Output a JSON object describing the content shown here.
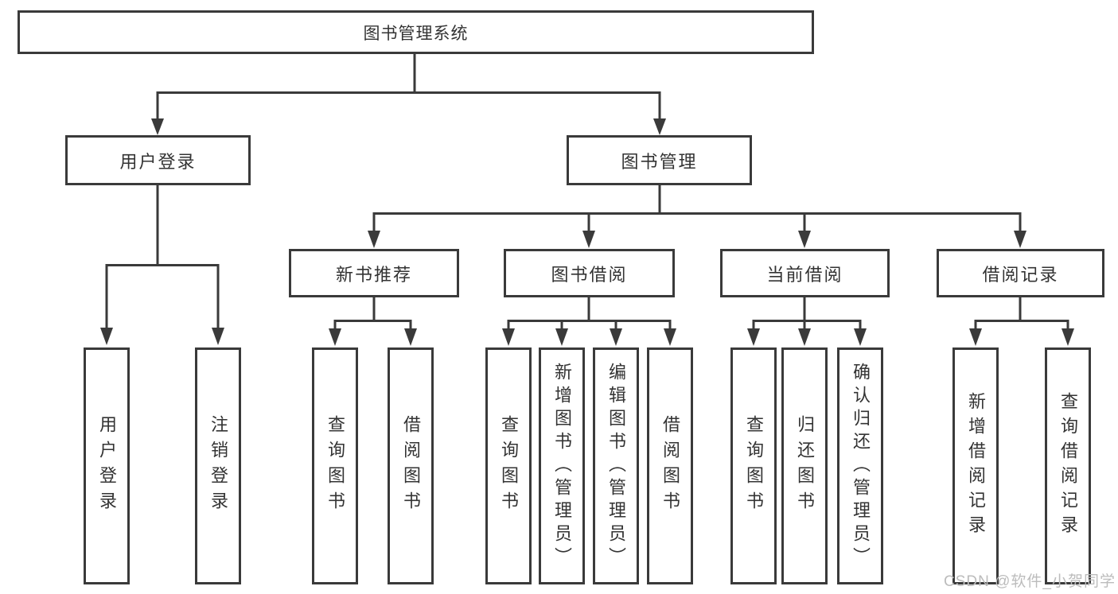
{
  "diagram": {
    "type": "hierarchy-tree",
    "root": {
      "label": "图书管理系统"
    },
    "level2": [
      {
        "label": "用户登录",
        "parent": "图书管理系统"
      },
      {
        "label": "图书管理",
        "parent": "图书管理系统"
      }
    ],
    "level3": [
      {
        "label": "新书推荐",
        "parent": "图书管理"
      },
      {
        "label": "图书借阅",
        "parent": "图书管理"
      },
      {
        "label": "当前借阅",
        "parent": "图书管理"
      },
      {
        "label": "借阅记录",
        "parent": "图书管理"
      }
    ],
    "leaves": [
      {
        "label": "用户登录",
        "parent": "用户登录"
      },
      {
        "label": "注销登录",
        "parent": "用户登录"
      },
      {
        "label": "查询图书",
        "parent": "新书推荐"
      },
      {
        "label": "借阅图书",
        "parent": "新书推荐"
      },
      {
        "label": "查询图书",
        "parent": "图书借阅"
      },
      {
        "label": "新增图书（管理员）",
        "parent": "图书借阅"
      },
      {
        "label": "编辑图书（管理员）",
        "parent": "图书借阅"
      },
      {
        "label": "借阅图书",
        "parent": "图书借阅"
      },
      {
        "label": "查询图书",
        "parent": "当前借阅"
      },
      {
        "label": "归还图书",
        "parent": "当前借阅"
      },
      {
        "label": "确认归还（管理员）",
        "parent": "当前借阅"
      },
      {
        "label": "新增借阅记录",
        "parent": "借阅记录"
      },
      {
        "label": "查询借阅记录",
        "parent": "借阅记录"
      }
    ],
    "watermark": {
      "text": "CSDN @软件_小贺同学"
    },
    "colors": {
      "line": "#3a3a3a",
      "text": "#333333",
      "background": "#ffffff",
      "watermark": "#bcbcbc"
    }
  }
}
